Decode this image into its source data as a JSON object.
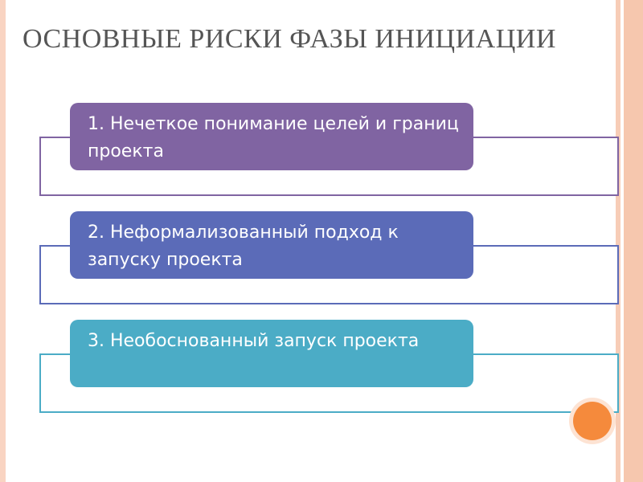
{
  "slide": {
    "title": "ОСНОВНЫЕ РИСКИ ФАЗЫ ИНИЦИАЦИИ",
    "colors": {
      "title": "#555555",
      "accent": "#f58a3c",
      "edge": "#f6c7ae"
    },
    "risks": [
      {
        "label": "1. Нечеткое понимание целей и границ проекта",
        "color": "#8064a2"
      },
      {
        "label": "2. Неформализованный подход к запуску проекта",
        "color": "#5b6bb8"
      },
      {
        "label": "3. Необоснованный запуск проекта",
        "color": "#4bacc6"
      }
    ]
  }
}
